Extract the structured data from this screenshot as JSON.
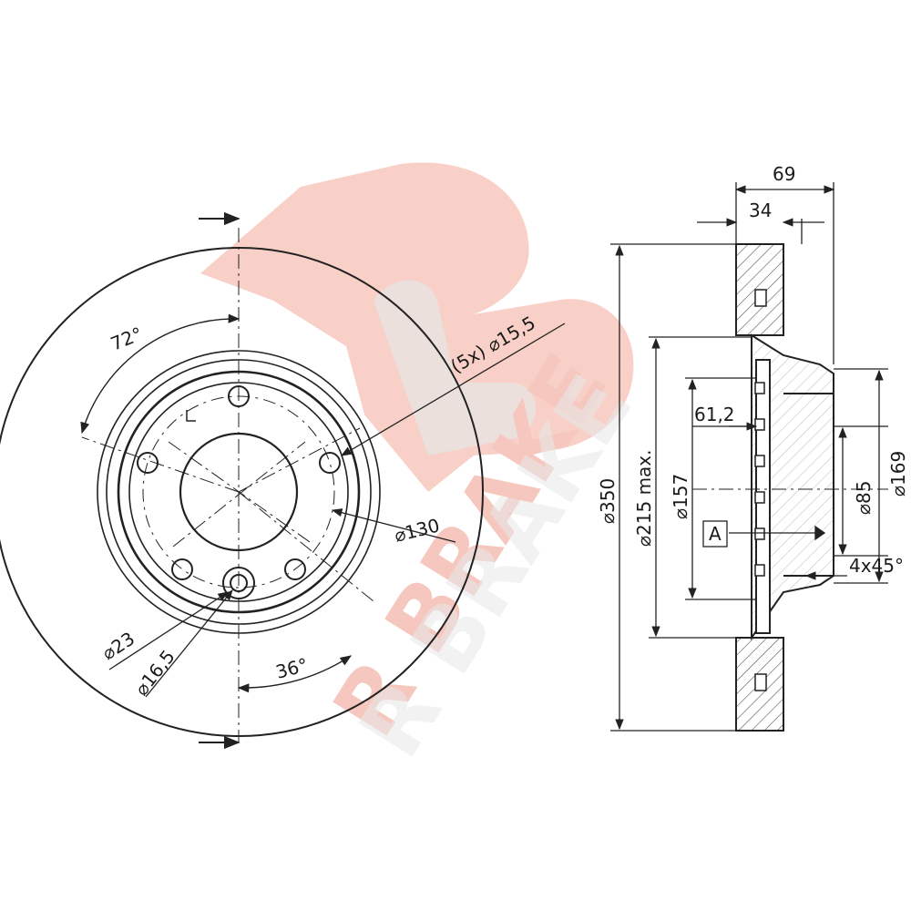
{
  "watermark": {
    "brand_text": "R BRAKE",
    "colors": {
      "red": "#f7c9c0",
      "gray": "#e3e3e3"
    }
  },
  "front_view": {
    "angle_72": "72°",
    "angle_36": "36°",
    "bolt_holes": "(5x) ⌀15,5",
    "bolt_circle": "⌀130",
    "outer_hole": "⌀23",
    "inner_hole": "⌀16,5"
  },
  "side_view": {
    "width_total": "69",
    "width_disc": "34",
    "diam_outer": "⌀350",
    "diam_friction": "⌀215 max.",
    "diam_157": "⌀157",
    "height_61": "61,2",
    "datum": "A",
    "diam_85": "⌀85",
    "diam_169": "⌀169",
    "chamfer": "4x45°"
  },
  "colors": {
    "line": "#222222",
    "hatch": "#444444"
  }
}
